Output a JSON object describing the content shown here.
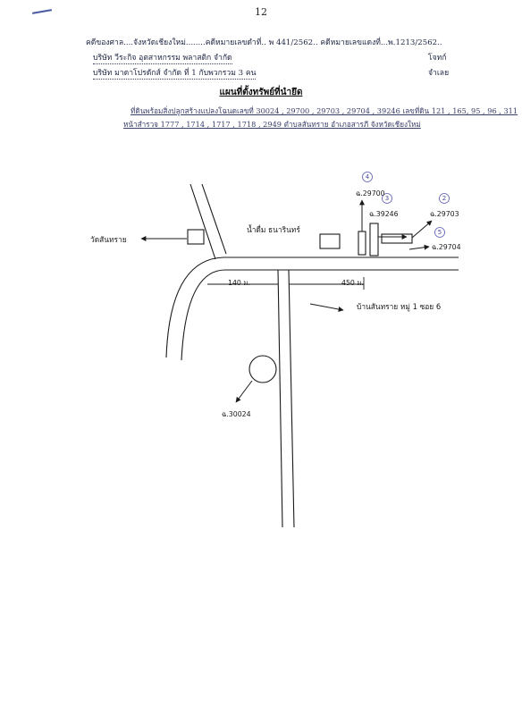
{
  "page_number": "12",
  "header": {
    "case_line": "คดีของศาล....จังหวัดเชียงใหม่........คดีหมายเลขดำที่.. พ 441/2562.. คดีหมายเลขแดงที่...พ.1213/2562..",
    "plaintiff": "บริษัท วีระกิจ อุตสาหกรรม พลาสติก จำกัด",
    "plaintiff_role": "โจทก์",
    "defendant": "บริษัท มาดาโปรดักส์ จำกัด ที่ 1 กับพวกรวม 3 คน",
    "defendant_role": "จำเลย"
  },
  "title": "แผนที่ตั้งทรัพย์ที่นำยึด",
  "description": {
    "line1": "ที่ดินพร้อมสิ่งปลูกสร้างแปลงโฉนดเลขที่ 30024 , 29700 , 29703 , 29704 , 39246 เลขที่ดิน 121 , 165, 95 , 96 , 311",
    "line2": "หน้าสำรวจ 1777 , 1714 , 1717 , 1718 , 2949  ตำบลสันทราย อำเภอสารภี จังหวัดเชียงใหม่"
  },
  "map": {
    "temple": "วัดสันทราย",
    "drinking_water": "น้ำดื่ม ธนารินทร์",
    "dist_left": "140 ม.",
    "dist_right": "450 ม.",
    "village": "บ้านสันทราย หมู่ 1 ซอย 6",
    "deeds": {
      "d29700": "ฉ.29700",
      "d39246": "ฉ.39246",
      "d29703": "ฉ.29703",
      "d29704": "ฉ.29704",
      "d30024": "ฉ.30024"
    },
    "circled": {
      "c1": "4",
      "c2": "3",
      "c3": "2",
      "c4": "5"
    }
  }
}
